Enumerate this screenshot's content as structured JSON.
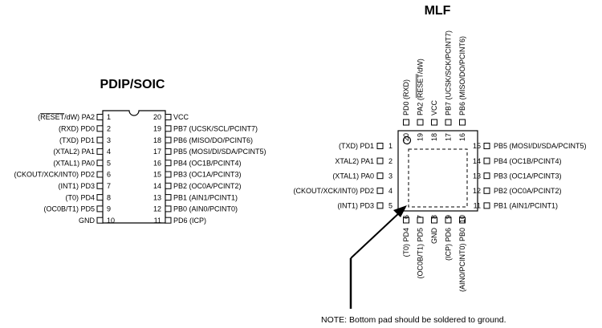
{
  "pdip": {
    "title": "PDIP/SOIC",
    "left_pins": [
      {
        "num": "1",
        "label": "(RESET/dW) PA2",
        "overline": "RESET"
      },
      {
        "num": "2",
        "label": "(RXD) PD0"
      },
      {
        "num": "3",
        "label": "(TXD) PD1"
      },
      {
        "num": "4",
        "label": "(XTAL2) PA1"
      },
      {
        "num": "5",
        "label": "(XTAL1) PA0"
      },
      {
        "num": "6",
        "label": "(CKOUT/XCK/INT0) PD2"
      },
      {
        "num": "7",
        "label": "(INT1) PD3"
      },
      {
        "num": "8",
        "label": "(T0) PD4"
      },
      {
        "num": "9",
        "label": "(OC0B/T1) PD5"
      },
      {
        "num": "10",
        "label": "GND"
      }
    ],
    "right_pins": [
      {
        "num": "20",
        "label": "VCC"
      },
      {
        "num": "19",
        "label": "PB7 (UCSK/SCL/PCINT7)"
      },
      {
        "num": "18",
        "label": "PB6 (MISO/DO/PCINT6)"
      },
      {
        "num": "17",
        "label": "PB5 (MOSI/DI/SDA/PCINT5)"
      },
      {
        "num": "16",
        "label": "PB4 (OC1B/PCINT4)"
      },
      {
        "num": "15",
        "label": "PB3 (OC1A/PCINT3)"
      },
      {
        "num": "14",
        "label": "PB2 (OC0A/PCINT2)"
      },
      {
        "num": "13",
        "label": "PB1 (AIN1/PCINT1)"
      },
      {
        "num": "12",
        "label": "PB0 (AIN0/PCINT0)"
      },
      {
        "num": "11",
        "label": "PD6 (ICP)"
      }
    ]
  },
  "mlf": {
    "title": "MLF",
    "left_pins": [
      {
        "num": "1",
        "label": "(TXD) PD1"
      },
      {
        "num": "2",
        "label": "XTAL2) PA1"
      },
      {
        "num": "3",
        "label": "(XTAL1) PA0"
      },
      {
        "num": "4",
        "label": "(CKOUT/XCK/INT0) PD2"
      },
      {
        "num": "5",
        "label": "(INT1) PD3"
      }
    ],
    "right_pins": [
      {
        "num": "15",
        "label": "PB5 (MOSI/DI/SDA/PCINT5)"
      },
      {
        "num": "14",
        "label": "PB4 (OC1B/PCINT4)"
      },
      {
        "num": "13",
        "label": "PB3 (OC1A/PCINT3)"
      },
      {
        "num": "12",
        "label": "PB2 (OC0A/PCINT2)"
      },
      {
        "num": "11",
        "label": "PB1 (AIN1/PCINT1)"
      }
    ],
    "top_pins": [
      {
        "num": "20",
        "label": "PD0 (RXD)"
      },
      {
        "num": "19",
        "label": "PA2 (RESET/dW)",
        "overline": "RESET"
      },
      {
        "num": "18",
        "label": "VCC"
      },
      {
        "num": "17",
        "label": "PB7 (UCSK/SCK/PCINT7)"
      },
      {
        "num": "16",
        "label": "PB6 (MISO/DO/PCINT6)"
      }
    ],
    "bottom_pins": [
      {
        "num": "6",
        "label": "(T0) PD4"
      },
      {
        "num": "7",
        "label": "(OC0B/T1) PD5"
      },
      {
        "num": "8",
        "label": "GND"
      },
      {
        "num": "9",
        "label": "(ICP) PD6"
      },
      {
        "num": "10",
        "label": "(AIN0/PCINT0) PB0"
      }
    ]
  },
  "note": "NOTE: Bottom pad should be soldered to ground."
}
